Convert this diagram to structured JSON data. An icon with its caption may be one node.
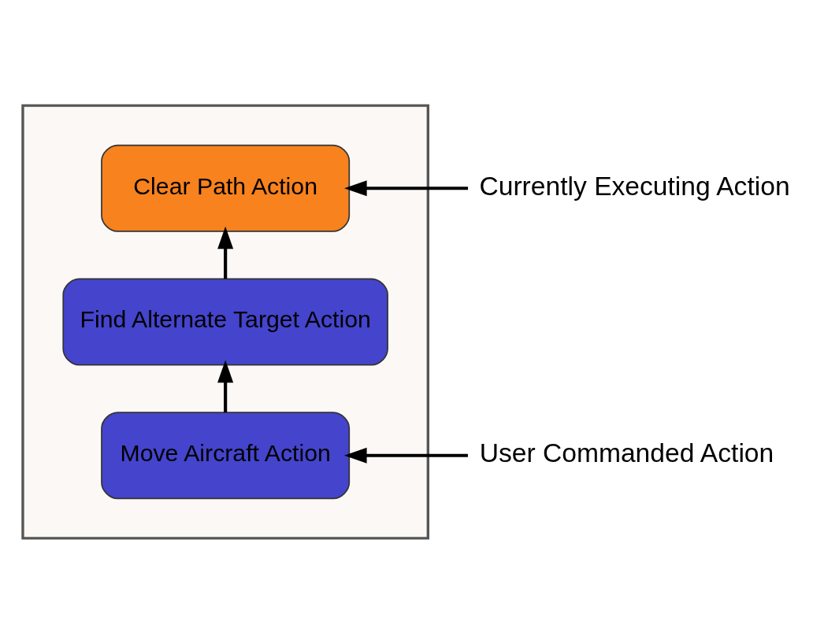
{
  "diagram": {
    "nodes": [
      {
        "text": [],
        "shape": "box"
      },
      {
        "text": [
          "Clear Path Action"
        ],
        "in": 0
      },
      {
        "text": [
          "Find Alternate Target Action"
        ],
        "in": 0
      },
      {
        "text": [
          "Move Aircraft Action"
        ],
        "in": 0
      },
      {
        "text": [
          "Currently Executing Action"
        ]
      },
      {
        "text": [
          "User Commanded Action"
        ]
      }
    ],
    "edges": [
      {
        "from": 3,
        "to": 2,
        "arrow": "to"
      },
      {
        "from": 2,
        "to": 1,
        "arrow": "to"
      },
      {
        "from": 4,
        "to": 1,
        "arrow": "to"
      },
      {
        "from": 5,
        "to": 3,
        "arrow": "to"
      }
    ]
  }
}
